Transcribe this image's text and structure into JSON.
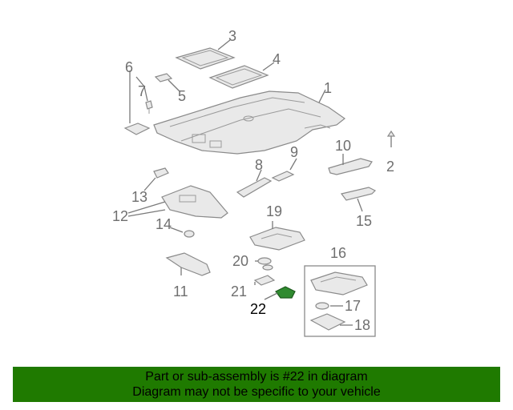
{
  "callouts": {
    "c1": "1",
    "c2": "2",
    "c3": "3",
    "c4": "4",
    "c5": "5",
    "c6": "6",
    "c7": "7",
    "c8": "8",
    "c9": "9",
    "c10": "10",
    "c11": "11",
    "c12": "12",
    "c13": "13",
    "c14": "14",
    "c15": "15",
    "c16": "16",
    "c17": "17",
    "c18": "18",
    "c19": "19",
    "c20": "20",
    "c21": "21",
    "c22": "22"
  },
  "highlighted_part": "22",
  "highlight_color": "#1f7a00",
  "banner": {
    "line1": "Part or sub-assembly is #22 in diagram",
    "line2": "Diagram may not be specific to your vehicle"
  }
}
